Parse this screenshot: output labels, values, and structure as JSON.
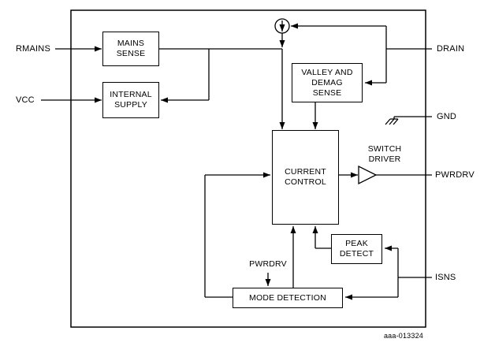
{
  "diagram": {
    "figure_ref": "aaa-013324",
    "colors": {
      "line": "#000000",
      "background": "#ffffff"
    },
    "pins": {
      "rmains": "RMAINS",
      "vcc": "VCC",
      "drain": "DRAIN",
      "gnd": "GND",
      "pwrdrv": "PWRDRV",
      "isns": "ISNS"
    },
    "blocks": {
      "mains_sense": {
        "lines": [
          "MAINS",
          "SENSE"
        ]
      },
      "internal_supply": {
        "lines": [
          "INTERNAL",
          "SUPPLY"
        ]
      },
      "valley_demag_sense": {
        "lines": [
          "VALLEY AND",
          "DEMAG",
          "SENSE"
        ]
      },
      "current_control": {
        "lines": [
          "CURRENT",
          "CONTROL"
        ]
      },
      "peak_detect": {
        "lines": [
          "PEAK",
          "DETECT"
        ]
      },
      "mode_detection": {
        "label": "MODE DETECTION"
      },
      "switch_driver": {
        "lines": [
          "SWITCH",
          "DRIVER"
        ]
      }
    },
    "internal_labels": {
      "pwrdrv_feedback": "PWRDRV"
    }
  }
}
